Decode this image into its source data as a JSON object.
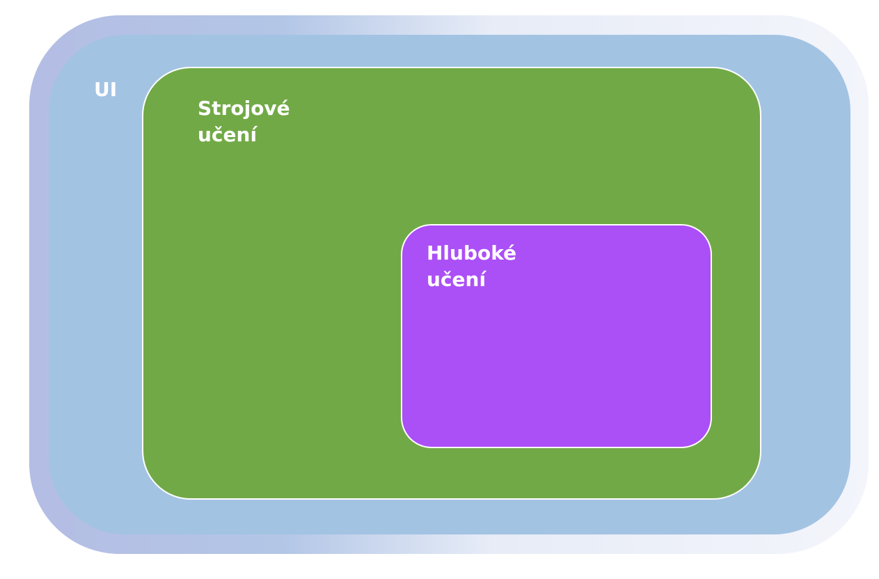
{
  "diagram": {
    "outer": {
      "label": "UI",
      "color": "#a3c3e3"
    },
    "middle": {
      "label": "Strojové\nučení",
      "color": "#72a947"
    },
    "inner": {
      "label": "Hluboké\nučení",
      "color": "#ab4ff7"
    },
    "border_color": "#ffffff",
    "label_color": "#ffffff"
  }
}
